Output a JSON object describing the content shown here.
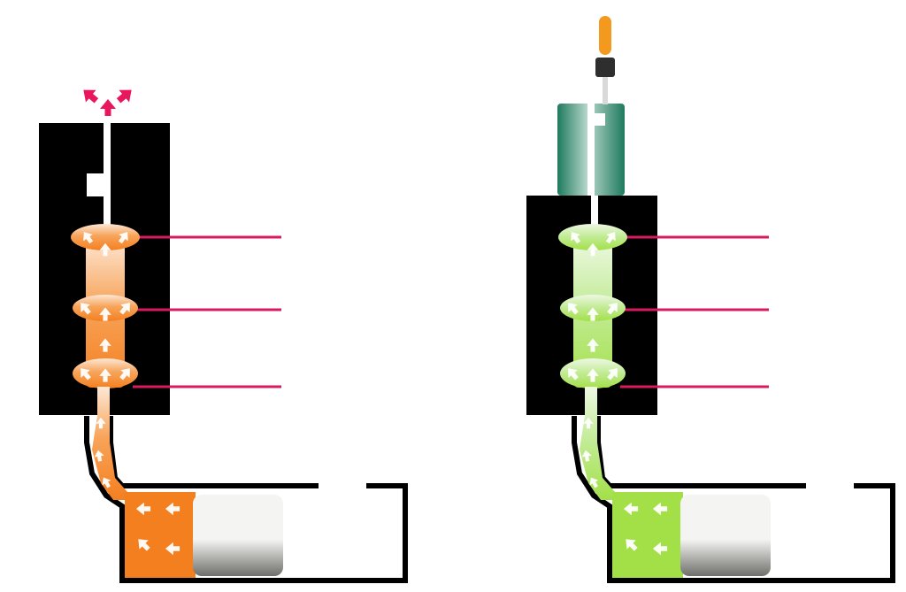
{
  "colors": {
    "background": "#ffffff",
    "mold_black": "#000000",
    "outline": "#000000",
    "melt_orange_light": "#fde8d6",
    "melt_orange": "#f7a45a",
    "melt_orange_dark": "#f47f1f",
    "gas_green_light": "#eef8e4",
    "gas_green": "#c4ec9a",
    "gas_green_dark": "#a3e048",
    "vent_arrow_magenta": "#e8175d",
    "leader_line_magenta": "#d81a60",
    "valve_green_dark": "#1e7a5e",
    "valve_green_light": "#b8d8cc",
    "needle_orange": "#f39a1e",
    "needle_dark": "#2e2e2e",
    "piston_light": "#f4f4f2",
    "piston_dark": "#6e6e6a",
    "flow_arrow": "#ffffff"
  },
  "panels": [
    {
      "id": "left",
      "fill_theme": "orange",
      "has_vent_arrows": true,
      "has_valve": false,
      "cavity_count": 3,
      "leader_line_count": 3
    },
    {
      "id": "right",
      "fill_theme": "green",
      "has_vent_arrows": false,
      "has_valve": true,
      "cavity_count": 3,
      "leader_line_count": 3
    }
  ]
}
